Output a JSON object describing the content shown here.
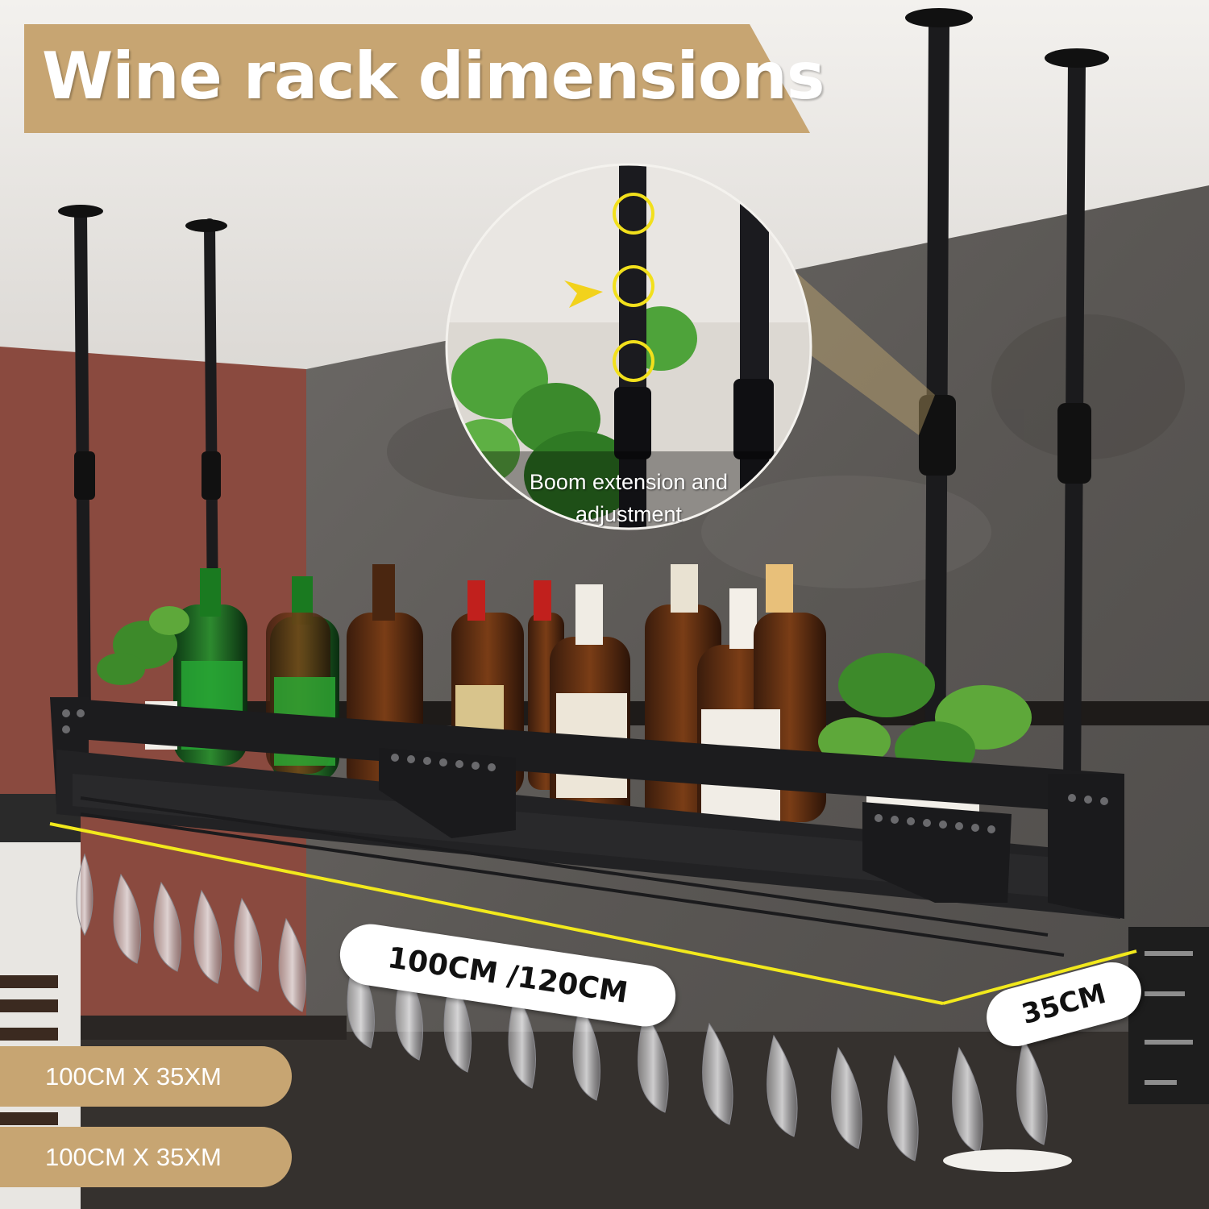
{
  "title": "Wine rack dimensions",
  "inset": {
    "caption_line1": "Boom extension and",
    "caption_line2": "adjustment"
  },
  "dimensions": {
    "length": "100CM /120CM",
    "depth": "35CM"
  },
  "size_options": [
    "100CM X 35XM",
    "100CM X 35XM"
  ],
  "colors": {
    "banner": "#c7a572",
    "measure_line": "#f2e91c",
    "rack": "#1c1c1e",
    "wall_red": "#8a4a3f",
    "wall_gray": "#5f5c5a"
  }
}
